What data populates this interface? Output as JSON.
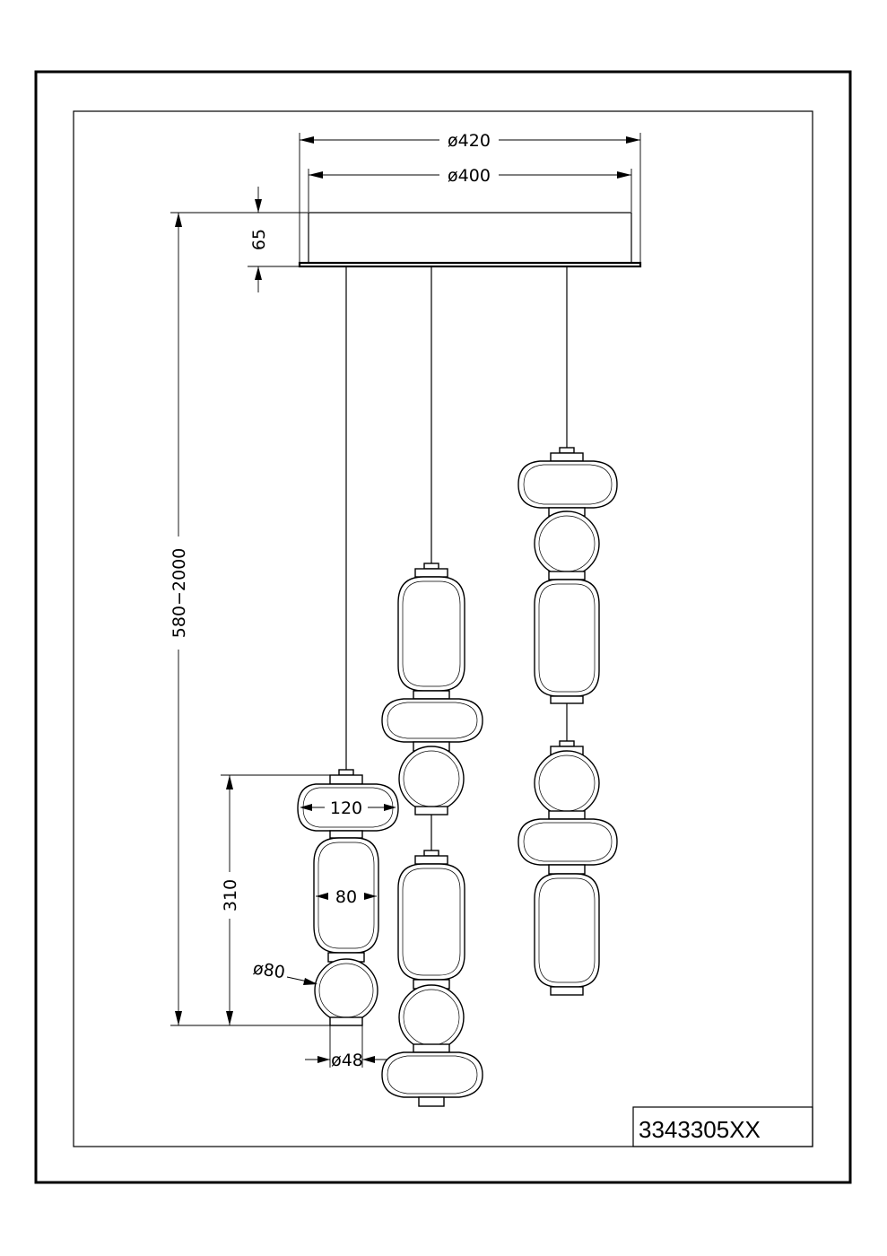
{
  "dimensions": {
    "outer_diameter": "ø420",
    "inner_diameter": "ø400",
    "canopy_height": "65",
    "drop_range": "580−2000",
    "module_height": "310",
    "wide_bulb_width": "120",
    "tall_bulb_width": "80",
    "round_bulb_diameter": "ø80",
    "base_cap_diameter": "ø48"
  },
  "product_code": "3343305XX"
}
